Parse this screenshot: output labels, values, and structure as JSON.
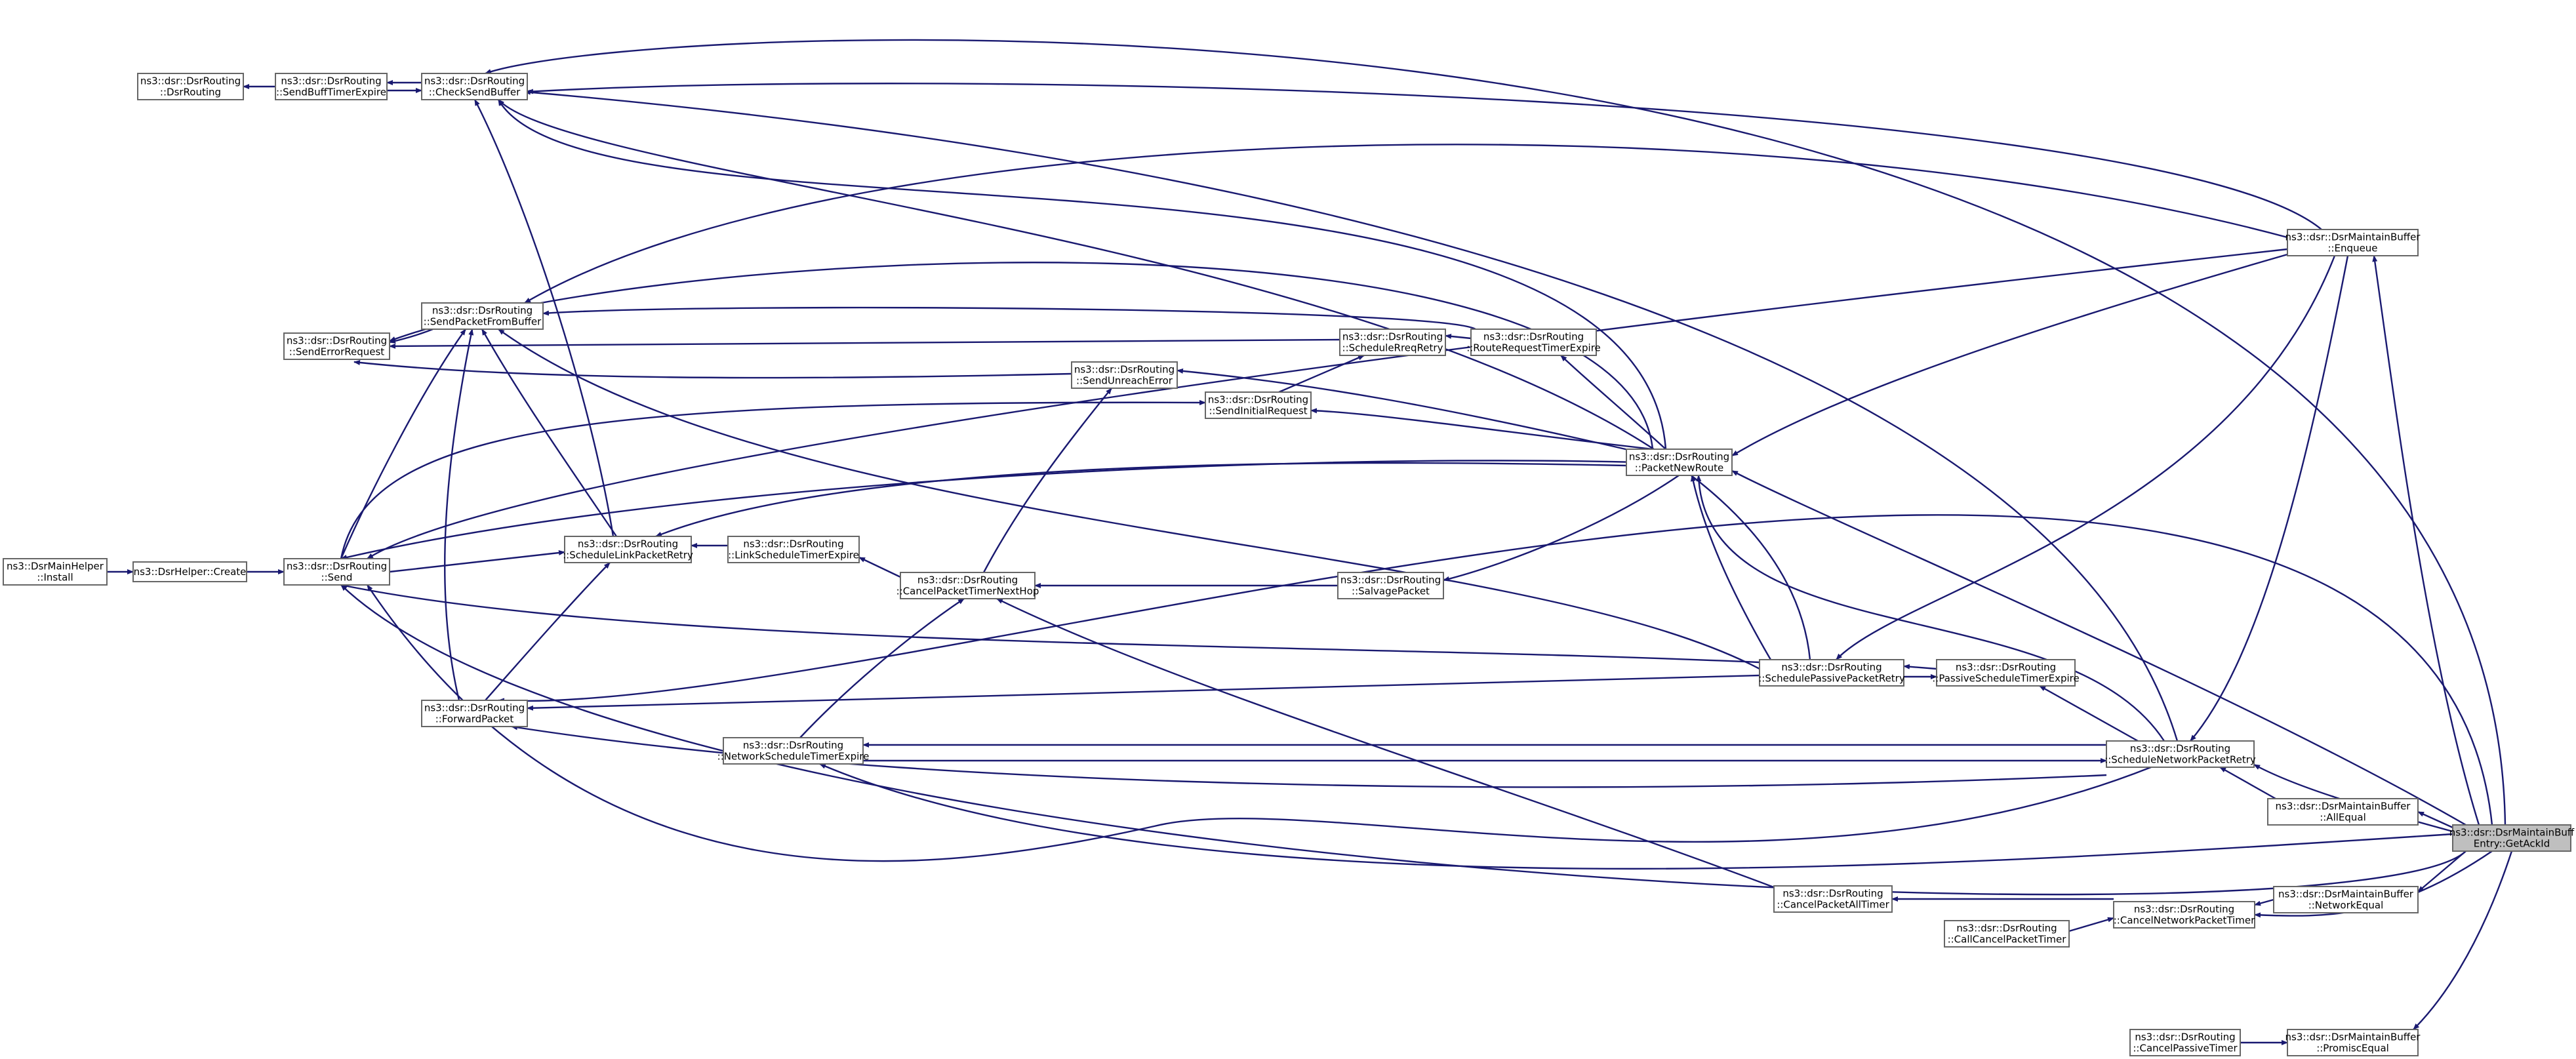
{
  "graph": {
    "nodes": [
      {
        "id": "dsr_routing_ctor",
        "lines": [
          "ns3::dsr::DsrRouting",
          "::DsrRouting"
        ]
      },
      {
        "id": "send_buff_timer_expire",
        "lines": [
          "ns3::dsr::DsrRouting",
          "::SendBuffTimerExpire"
        ]
      },
      {
        "id": "check_send_buffer",
        "lines": [
          "ns3::dsr::DsrRouting",
          "::CheckSendBuffer"
        ]
      },
      {
        "id": "send_error_request",
        "lines": [
          "ns3::dsr::DsrRouting",
          "::SendErrorRequest"
        ]
      },
      {
        "id": "send_packet_from_buffer",
        "lines": [
          "ns3::dsr::DsrRouting",
          "::SendPacketFromBuffer"
        ]
      },
      {
        "id": "send_unreach_error",
        "lines": [
          "ns3::dsr::DsrRouting",
          "::SendUnreachError"
        ]
      },
      {
        "id": "send_initial_request",
        "lines": [
          "ns3::dsr::DsrRouting",
          "::SendInitialRequest"
        ]
      },
      {
        "id": "schedule_rreq_retry",
        "lines": [
          "ns3::dsr::DsrRouting",
          "::ScheduleRreqRetry"
        ]
      },
      {
        "id": "route_request_timer_expire",
        "lines": [
          "ns3::dsr::DsrRouting",
          "::RouteRequestTimerExpire"
        ]
      },
      {
        "id": "packet_new_route",
        "lines": [
          "ns3::dsr::DsrRouting",
          "::PacketNewRoute"
        ]
      },
      {
        "id": "dsr_main_helper_install",
        "lines": [
          "ns3::DsrMainHelper",
          "::Install"
        ]
      },
      {
        "id": "dsr_helper_create",
        "lines": [
          "ns3::DsrHelper::Create"
        ]
      },
      {
        "id": "send",
        "lines": [
          "ns3::dsr::DsrRouting",
          "::Send"
        ]
      },
      {
        "id": "schedule_link_packet_retry",
        "lines": [
          "ns3::dsr::DsrRouting",
          "::ScheduleLinkPacketRetry"
        ]
      },
      {
        "id": "link_schedule_timer_expire",
        "lines": [
          "ns3::dsr::DsrRouting",
          "::LinkScheduleTimerExpire"
        ]
      },
      {
        "id": "cancel_packet_timer_next_hop",
        "lines": [
          "ns3::dsr::DsrRouting",
          "::CancelPacketTimerNextHop"
        ]
      },
      {
        "id": "salvage_packet",
        "lines": [
          "ns3::dsr::DsrRouting",
          "::SalvagePacket"
        ]
      },
      {
        "id": "forward_packet",
        "lines": [
          "ns3::dsr::DsrRouting",
          "::ForwardPacket"
        ]
      },
      {
        "id": "schedule_passive_packet_retry",
        "lines": [
          "ns3::dsr::DsrRouting",
          "::SchedulePassivePacketRetry"
        ]
      },
      {
        "id": "passive_schedule_timer_expire",
        "lines": [
          "ns3::dsr::DsrRouting",
          "::PassiveScheduleTimerExpire"
        ]
      },
      {
        "id": "network_schedule_timer_expire",
        "lines": [
          "ns3::dsr::DsrRouting",
          "::NetworkScheduleTimerExpire"
        ]
      },
      {
        "id": "schedule_network_packet_retry",
        "lines": [
          "ns3::dsr::DsrRouting",
          "::ScheduleNetworkPacketRetry"
        ]
      },
      {
        "id": "maintain_buffer_enqueue",
        "lines": [
          "ns3::dsr::DsrMaintainBuffer",
          "::Enqueue"
        ]
      },
      {
        "id": "maintain_buffer_all_equal",
        "lines": [
          "ns3::dsr::DsrMaintainBuffer",
          "::AllEqual"
        ]
      },
      {
        "id": "get_ack_id",
        "lines": [
          "ns3::dsr::DsrMaintainBuff",
          "Entry::GetAckId"
        ],
        "focus": true
      },
      {
        "id": "cancel_packet_all_timer",
        "lines": [
          "ns3::dsr::DsrRouting",
          "::CancelPacketAllTimer"
        ]
      },
      {
        "id": "call_cancel_packet_timer",
        "lines": [
          "ns3::dsr::DsrRouting",
          "::CallCancelPacketTimer"
        ]
      },
      {
        "id": "cancel_network_packet_timer",
        "lines": [
          "ns3::dsr::DsrRouting",
          "::CancelNetworkPacketTimer"
        ]
      },
      {
        "id": "maintain_buffer_network_equal",
        "lines": [
          "ns3::dsr::DsrMaintainBuffer",
          "::NetworkEqual"
        ]
      },
      {
        "id": "cancel_passive_timer",
        "lines": [
          "ns3::dsr::DsrRouting",
          "::CancelPassiveTimer"
        ]
      },
      {
        "id": "maintain_buffer_promisc_equal",
        "lines": [
          "ns3::dsr::DsrMaintainBuffer",
          "::PromiscEqual"
        ]
      }
    ],
    "edges": [
      {
        "from": "send_buff_timer_expire",
        "to": "dsr_routing_ctor"
      },
      {
        "from": "check_send_buffer",
        "to": "send_buff_timer_expire"
      },
      {
        "from": "send_buff_timer_expire",
        "to": "check_send_buffer"
      },
      {
        "from": "send_packet_from_buffer",
        "to": "send_error_request"
      },
      {
        "from": "schedule_rreq_retry",
        "to": "send_error_request"
      },
      {
        "from": "send_unreach_error",
        "to": "send_error_request"
      },
      {
        "from": "route_request_timer_expire",
        "to": "send_packet_from_buffer"
      },
      {
        "from": "route_request_timer_expire",
        "to": "schedule_rreq_retry"
      },
      {
        "from": "send_initial_request",
        "to": "schedule_rreq_retry"
      },
      {
        "from": "packet_new_route",
        "to": "send_initial_request"
      },
      {
        "from": "dsr_main_helper_install",
        "to": "dsr_helper_create"
      },
      {
        "from": "dsr_helper_create",
        "to": "send"
      },
      {
        "from": "send",
        "to": "send_packet_from_buffer"
      },
      {
        "from": "send",
        "to": "send_initial_request"
      },
      {
        "from": "send",
        "to": "schedule_link_packet_retry"
      },
      {
        "from": "schedule_link_packet_retry",
        "to": "send_packet_from_buffer"
      },
      {
        "from": "schedule_link_packet_retry",
        "to": "check_send_buffer"
      },
      {
        "from": "link_schedule_timer_expire",
        "to": "schedule_link_packet_retry"
      },
      {
        "from": "cancel_packet_timer_next_hop",
        "to": "link_schedule_timer_expire"
      },
      {
        "from": "cancel_packet_timer_next_hop",
        "to": "send_unreach_error"
      },
      {
        "from": "salvage_packet",
        "to": "cancel_packet_timer_next_hop"
      },
      {
        "from": "packet_new_route",
        "to": "salvage_packet"
      },
      {
        "from": "packet_new_route",
        "to": "route_request_timer_expire"
      },
      {
        "from": "packet_new_route",
        "to": "send_unreach_error"
      },
      {
        "from": "packet_new_route",
        "to": "send_error_request"
      },
      {
        "from": "packet_new_route",
        "to": "check_send_buffer"
      },
      {
        "from": "packet_new_route",
        "to": "send"
      },
      {
        "from": "packet_new_route",
        "to": "schedule_link_packet_retry"
      },
      {
        "from": "forward_packet",
        "to": "schedule_link_packet_retry"
      },
      {
        "from": "forward_packet",
        "to": "send_packet_from_buffer"
      },
      {
        "from": "schedule_passive_packet_retry",
        "to": "forward_packet"
      },
      {
        "from": "schedule_passive_packet_retry",
        "to": "send"
      },
      {
        "from": "schedule_passive_packet_retry",
        "to": "send_packet_from_buffer"
      },
      {
        "from": "schedule_passive_packet_retry",
        "to": "check_send_buffer"
      },
      {
        "from": "schedule_passive_packet_retry",
        "to": "packet_new_route"
      },
      {
        "from": "passive_schedule_timer_expire",
        "to": "schedule_passive_packet_retry"
      },
      {
        "from": "schedule_passive_packet_retry",
        "to": "passive_schedule_timer_expire"
      },
      {
        "from": "network_schedule_timer_expire",
        "to": "cancel_packet_timer_next_hop"
      },
      {
        "from": "network_schedule_timer_expire",
        "to": "schedule_network_packet_retry"
      },
      {
        "from": "schedule_network_packet_retry",
        "to": "network_schedule_timer_expire"
      },
      {
        "from": "schedule_network_packet_retry",
        "to": "forward_packet"
      },
      {
        "from": "schedule_network_packet_retry",
        "to": "passive_schedule_timer_expire"
      },
      {
        "from": "schedule_network_packet_retry",
        "to": "packet_new_route"
      },
      {
        "from": "schedule_network_packet_retry",
        "to": "check_send_buffer"
      },
      {
        "from": "schedule_network_packet_retry",
        "to": "send"
      },
      {
        "from": "maintain_buffer_enqueue",
        "to": "schedule_network_packet_retry"
      },
      {
        "from": "maintain_buffer_enqueue",
        "to": "packet_new_route"
      },
      {
        "from": "maintain_buffer_enqueue",
        "to": "send_packet_from_buffer"
      },
      {
        "from": "maintain_buffer_enqueue",
        "to": "schedule_passive_packet_retry"
      },
      {
        "from": "maintain_buffer_enqueue",
        "to": "send"
      },
      {
        "from": "maintain_buffer_enqueue",
        "to": "check_send_buffer"
      },
      {
        "from": "maintain_buffer_all_equal",
        "to": "schedule_network_packet_retry"
      },
      {
        "from": "get_ack_id",
        "to": "maintain_buffer_enqueue"
      },
      {
        "from": "get_ack_id",
        "to": "maintain_buffer_all_equal"
      },
      {
        "from": "get_ack_id",
        "to": "schedule_network_packet_retry"
      },
      {
        "from": "get_ack_id",
        "to": "packet_new_route"
      },
      {
        "from": "get_ack_id",
        "to": "check_send_buffer"
      },
      {
        "from": "get_ack_id",
        "to": "forward_packet"
      },
      {
        "from": "get_ack_id",
        "to": "network_schedule_timer_expire"
      },
      {
        "from": "get_ack_id",
        "to": "send"
      },
      {
        "from": "get_ack_id",
        "to": "maintain_buffer_network_equal"
      },
      {
        "from": "get_ack_id",
        "to": "cancel_network_packet_timer"
      },
      {
        "from": "get_ack_id",
        "to": "maintain_buffer_promisc_equal"
      },
      {
        "from": "cancel_packet_all_timer",
        "to": "cancel_packet_timer_next_hop"
      },
      {
        "from": "cancel_network_packet_timer",
        "to": "cancel_packet_all_timer"
      },
      {
        "from": "call_cancel_packet_timer",
        "to": "cancel_network_packet_timer"
      },
      {
        "from": "maintain_buffer_network_equal",
        "to": "cancel_network_packet_timer"
      },
      {
        "from": "cancel_passive_timer",
        "to": "maintain_buffer_promisc_equal"
      }
    ]
  }
}
